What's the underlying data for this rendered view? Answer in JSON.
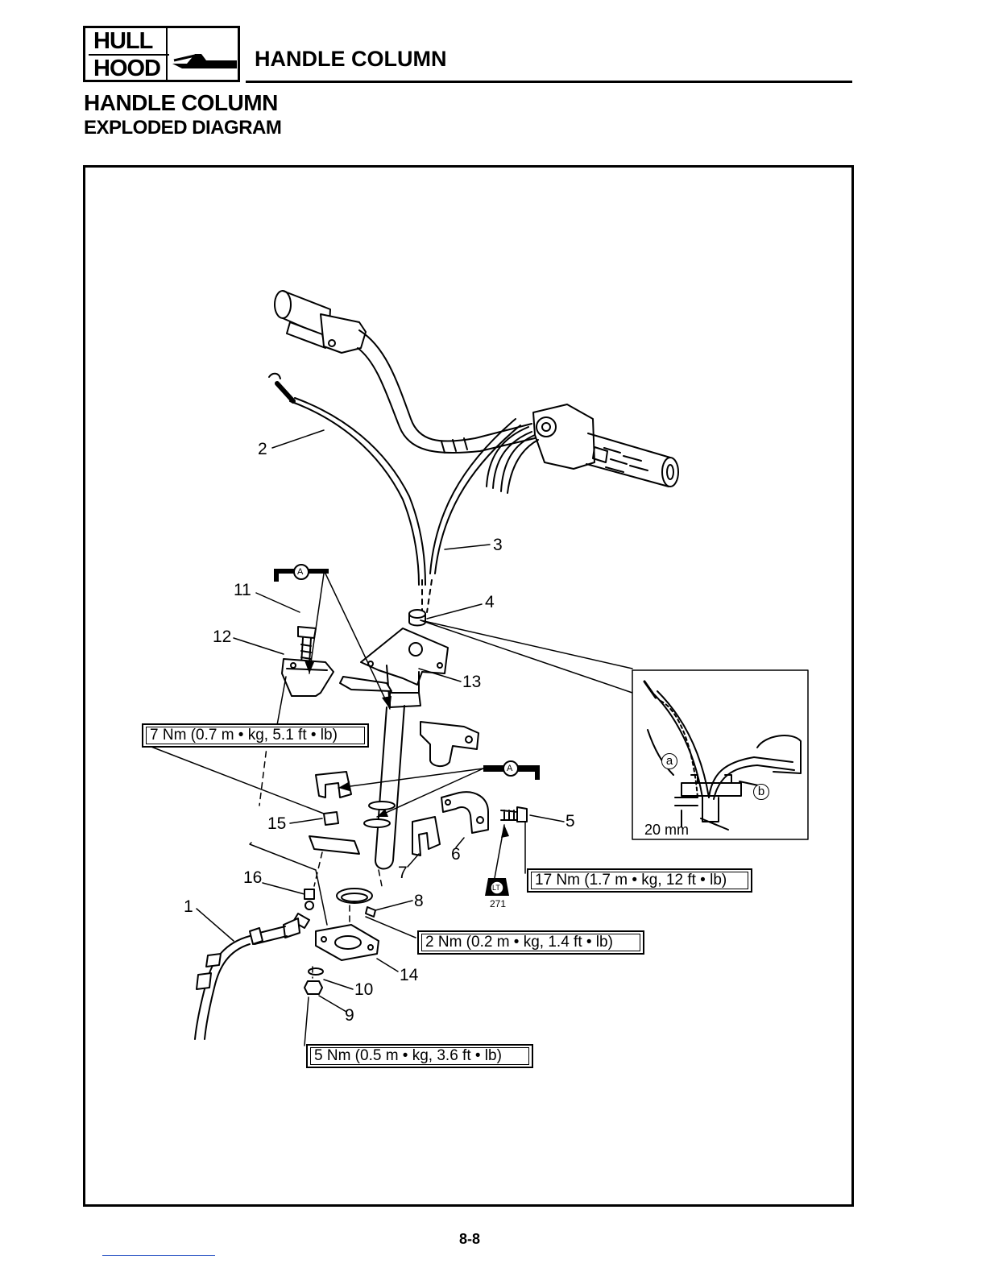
{
  "header": {
    "badge_line1": "HULL",
    "badge_line2": "HOOD",
    "section_title": "HANDLE COLUMN"
  },
  "page_title": "HANDLE COLUMN",
  "page_subtitle": "EXPLODED DIAGRAM",
  "torque_specs": {
    "t7": "7 Nm (0.7 m • kg, 5.1 ft • lb)",
    "t17": "17 Nm (1.7 m • kg, 12 ft • lb)",
    "t2": "2 Nm (0.2 m • kg, 1.4 ft • lb)",
    "t5": "5 Nm (0.5 m • kg, 3.6 ft • lb)"
  },
  "part_numbers": [
    "1",
    "2",
    "3",
    "4",
    "5",
    "6",
    "7",
    "8",
    "9",
    "10",
    "11",
    "12",
    "13",
    "14",
    "15",
    "16"
  ],
  "lubricant_symbol": "A",
  "locktite_label": "LT",
  "locktite_number": "271",
  "detail_inset": {
    "label_a": "a",
    "label_b": "b",
    "dimension": "20 mm"
  },
  "page_number": "8-8"
}
